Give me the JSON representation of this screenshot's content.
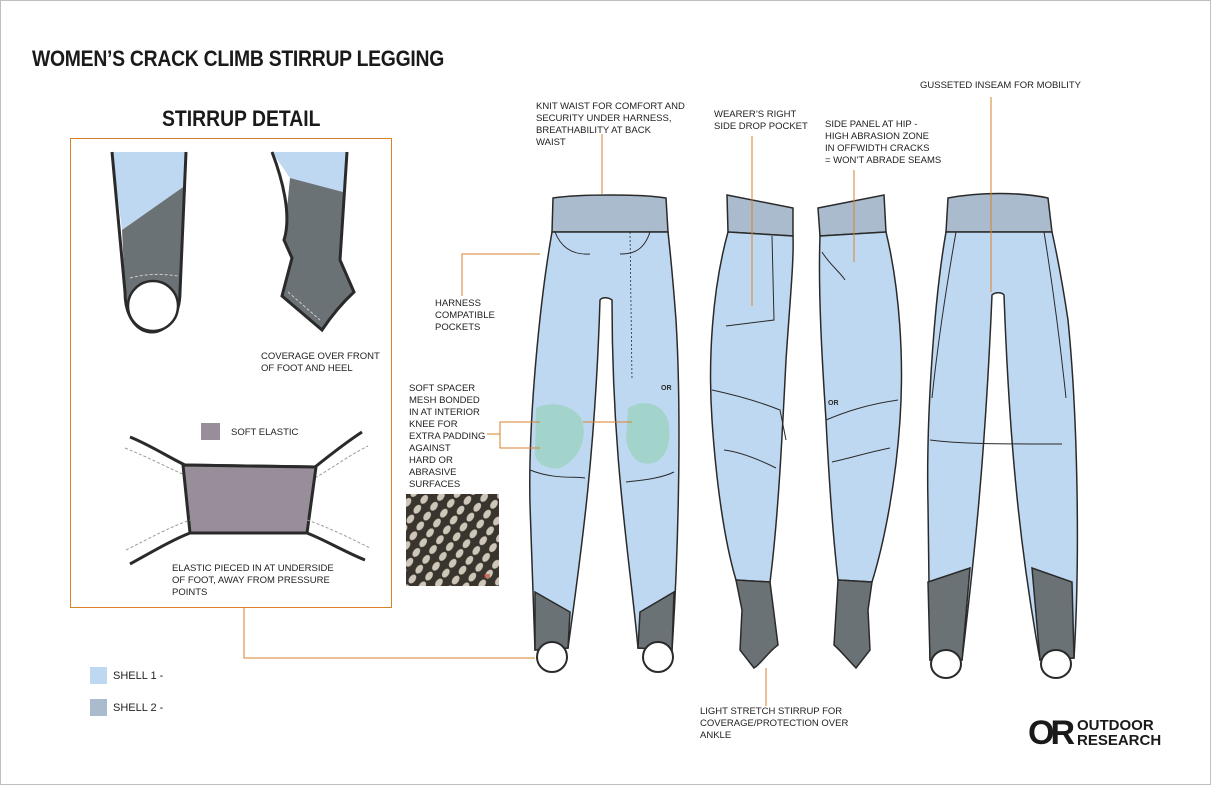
{
  "document": {
    "title": "WOMEN’S CRACK CLIMB STIRRUP LEGGING",
    "detail_title": "STIRRUP DETAIL"
  },
  "callouts": {
    "coverage": [
      "COVERAGE OVER FRONT",
      "OF FOOT AND HEEL"
    ],
    "soft_elastic": "SOFT ELASTIC",
    "elastic_pieced": [
      "ELASTIC PIECED IN AT UNDERSIDE",
      "OF FOOT, AWAY FROM PRESSURE",
      "POINTS"
    ],
    "knit_waist": [
      "KNIT WAIST FOR COMFORT AND",
      "SECURITY UNDER HARNESS,",
      "BREATHABILITY AT BACK",
      "WAIST"
    ],
    "drop_pocket": [
      "WEARER’S RIGHT",
      "SIDE DROP POCKET"
    ],
    "side_panel": [
      "SIDE PANEL AT HIP -",
      "HIGH ABRASION ZONE",
      "IN OFFWIDTH CRACKS",
      "= WON’T ABRADE SEAMS"
    ],
    "gusseted": "GUSSETED INSEAM FOR MOBILITY",
    "harness_pockets": [
      "HARNESS",
      "COMPATIBLE",
      "POCKETS"
    ],
    "spacer_mesh": [
      "SOFT SPACER",
      "MESH BONDED",
      "IN AT INTERIOR",
      "KNEE FOR",
      "EXTRA PADDING",
      "AGAINST",
      "HARD OR",
      "ABRASIVE",
      "SURFACES"
    ],
    "stirrup": [
      "LIGHT STRETCH STIRRUP FOR",
      "COVERAGE/PROTECTION OVER",
      "ANKLE"
    ]
  },
  "legend": [
    {
      "label": "SHELL 1 -",
      "color": "#bfd8f1"
    },
    {
      "label": "SHELL 2 -",
      "color": "#a9bbcd"
    }
  ],
  "logo": {
    "mark": "OR",
    "line1": "OUTDOOR",
    "line2": "RESEARCH"
  },
  "colors": {
    "shell1": "#bfd8f1",
    "shell2": "#a9bbcd",
    "stirrup": "#6b7275",
    "elastic": "#978e99",
    "knee_mesh": "#a2d4cb",
    "callout_line": "#d9822b",
    "outline": "#2a2a2a"
  }
}
